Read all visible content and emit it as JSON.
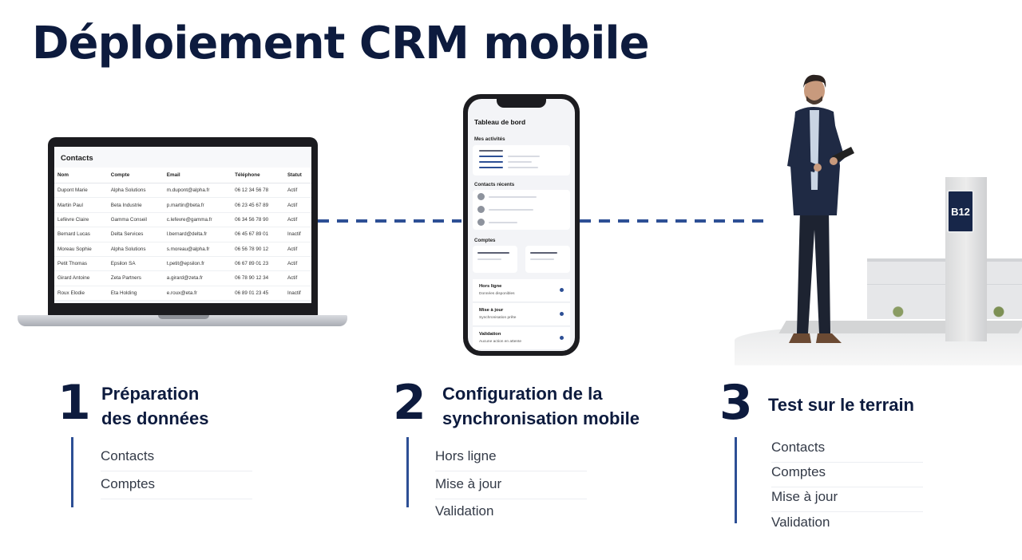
{
  "page": {
    "title": "Déploiement CRM mobile"
  },
  "laptop": {
    "screen_title": "Contacts",
    "columns": [
      "Nom",
      "Compte",
      "Email",
      "Téléphone",
      "Statut"
    ],
    "rows": [
      [
        "Dupont Marie",
        "Alpha Solutions",
        "m.dupont@alpha.fr",
        "06 12 34 56 78",
        "Actif"
      ],
      [
        "Martin Paul",
        "Beta Industrie",
        "p.martin@beta.fr",
        "06 23 45 67 89",
        "Actif"
      ],
      [
        "Lefèvre Claire",
        "Gamma Conseil",
        "c.lefevre@gamma.fr",
        "06 34 56 78 90",
        "Actif"
      ],
      [
        "Bernard Lucas",
        "Delta Services",
        "l.bernard@delta.fr",
        "06 45 67 89 01",
        "Inactif"
      ],
      [
        "Moreau Sophie",
        "Alpha Solutions",
        "s.moreau@alpha.fr",
        "06 56 78 90 12",
        "Actif"
      ],
      [
        "Petit Thomas",
        "Epsilon SA",
        "t.petit@epsilon.fr",
        "06 67 89 01 23",
        "Actif"
      ],
      [
        "Girard Antoine",
        "Zeta Partners",
        "a.girard@zeta.fr",
        "06 78 90 12 34",
        "Actif"
      ],
      [
        "Roux Elodie",
        "Eta Holding",
        "e.roux@eta.fr",
        "06 89 01 23 45",
        "Inactif"
      ]
    ]
  },
  "phone": {
    "title": "Tableau de bord",
    "section_activities": "Mes activités",
    "section_contacts": "Contacts récents",
    "section_accounts": "Comptes",
    "status": [
      {
        "label": "Hors ligne",
        "sub": "Données disponibles"
      },
      {
        "label": "Mise à jour",
        "sub": "Synchronisation prête"
      },
      {
        "label": "Validation",
        "sub": "Aucune action en attente"
      }
    ]
  },
  "scene": {
    "sign_label": "B12"
  },
  "steps": [
    {
      "number": "1",
      "title_line1": "Préparation",
      "title_line2": "des données",
      "items": [
        "Contacts",
        "Comptes"
      ]
    },
    {
      "number": "2",
      "title_line1": "Configuration de la",
      "title_line2": "synchronisation mobile",
      "items": [
        "Hors ligne",
        "Mise à jour",
        "Validation"
      ]
    },
    {
      "number": "3",
      "title_line1": "Test sur le terrain",
      "title_line2": "",
      "items": [
        "Contacts",
        "Comptes",
        "Mise à jour",
        "Validation"
      ]
    }
  ],
  "colors": {
    "navy": "#0d1b3e",
    "accent": "#2d4f95"
  }
}
